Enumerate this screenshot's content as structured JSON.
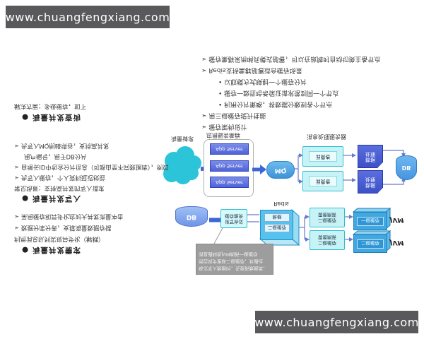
{
  "watermark": {
    "text": "www.chuangfengxiang.com"
  },
  "colors": {
    "watermark_bg": "#59595b",
    "app_box_blue": "#5b6fe0",
    "doc_shape_blue": "#4a5fd0",
    "cloud_teal": "#2bc4d8",
    "cyan_box": "#c7f3f6",
    "cyan_border": "#2fbfd4",
    "arrow_blue": "#3a66d8",
    "connector_purple": "#6a78cc",
    "cylinder_blue": "#4796e0",
    "cube_blue": "#56c2ee",
    "jvm_blue": "#41a8e2",
    "callout_gray": "#9d9d9d"
  },
  "left_column": {
    "s1": {
      "heading": "●  海量并发需求",
      "lines": [
        "利用消息队列实现异步化（解耦）",
        "➢ 数据分库分表，支撑海量数据存储",
        "➢ 采用缓存和异步化应对大并发流量冲击"
      ]
    },
    "s2": {
      "heading": "●  海量并发写入",
      "lines": [
        "常见场景：支持高并发的写入请求",
        "➢ 先写入缓存，个人资料延迟校验",
        "➢ 自增长ID中包含分片信息（可路由至不同数据库），例如",
        "用户编号，用于DB分片",
        "➢ 先写入MQ削峰填谷，支持高并发"
      ]
    },
    "s3": {
      "heading": "●  海量并发查询",
      "lines": [
        "解决方案：多级缓存，如下"
      ]
    }
  },
  "bottom_right_block": {
    "lines": [
      "➢ 缓存架构设计",
      "➢ 用三级缓存提升性能",
      "• 利用分片策略，将数据分散到各个节点",
      "• 缓存一致性哈希保证请求落到同一个节点",
      "• 以取模方式映射一个缓存分片",
      "➢ Redis支持集群部署适合缓存场景",
      "➢ 缓存集群采用哨兵模式部署，可以在故障时自动切换主备节点"
    ]
  },
  "diagram": {
    "cloud_label": "海量请求",
    "app_cluster_label": "应用服务集群",
    "app_servers": [
      "App Server",
      "App Server",
      "App Server"
    ],
    "mq_label": "MQ",
    "consumer_cluster_label": "消息处理服务器",
    "consumers": [
      "消费者",
      "消费者"
    ],
    "processor_lines": [
      "数据",
      "处理"
    ],
    "db_top_label": "DB",
    "db_bottom_label": "DB",
    "sync_box_lines": [
      "读写协议",
      "缓存服务"
    ],
    "redis_label": "Redis",
    "redis_rows": [
      "二级缓存",
      "数据"
    ],
    "notify_lines": [
      "二级缓存",
      "需要刷新"
    ],
    "jvm_cache_labels": [
      "一级缓存",
      "二级缓存"
    ],
    "jvm_labels": [
      "JVM",
      "JVM"
    ],
    "callout_lines": [
      "每次写入数据时，先更新数据库，",
      "然后同步更新二级缓存，并通过",
      "消息通知各JVM刷新一级缓存"
    ]
  }
}
